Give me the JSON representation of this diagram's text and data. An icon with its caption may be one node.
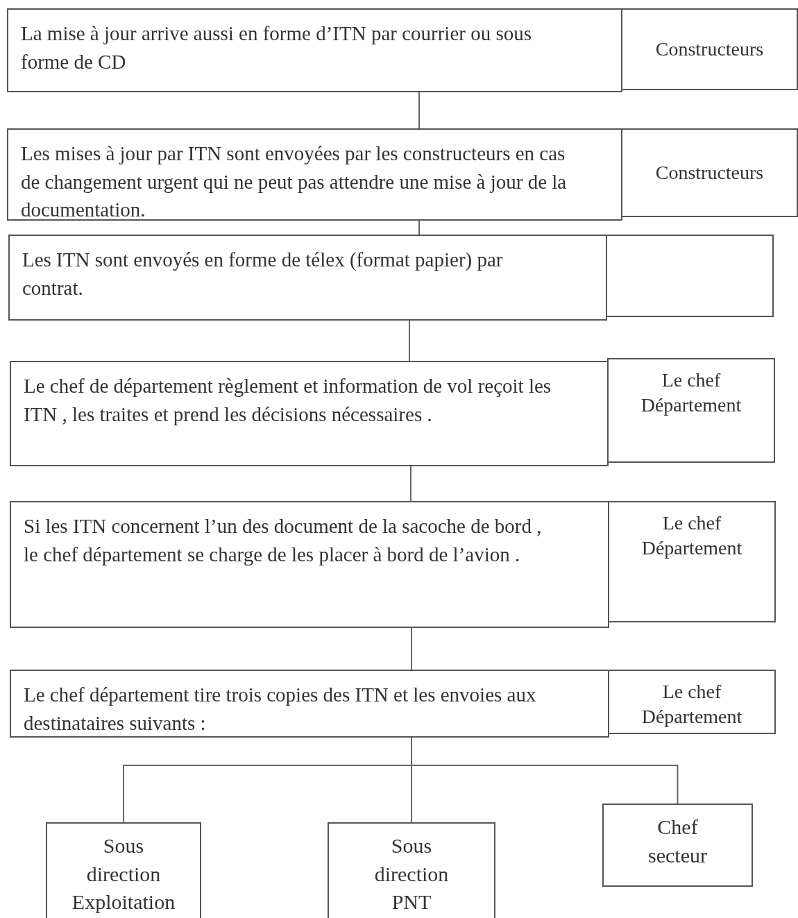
{
  "diagram": {
    "nodes": [
      {
        "text": [
          "La mise à jour arrive aussi en forme d’ITN par courrier ou sous forme de CD"
        ]
      },
      {
        "text": [
          "Constructeurs"
        ]
      },
      {
        "text": [
          "Les mises à jour par ITN sont envoyées par les constructeurs en cas de changement urgent qui ne peut pas attendre une mise à jour de la documentation."
        ]
      },
      {
        "text": [
          "Constructeurs"
        ]
      },
      {
        "text": [
          "Les ITN sont envoyés en forme de télex (format papier) par contrat."
        ]
      },
      {
        "text": [],
        "shape": "box"
      },
      {
        "text": [
          "Le chef de département règlement et information de vol reçoit les ITN , les traites et prend les décisions nécessaires ."
        ]
      },
      {
        "text": [
          "Le chef Département"
        ]
      },
      {
        "text": [
          "Si les ITN concernent l’un des document de la sacoche de bord , le chef département se charge de les placer à bord de l’avion ."
        ]
      },
      {
        "text": [
          "Le chef Département"
        ]
      },
      {
        "text": [
          "Le chef département tire trois copies des ITN et les envoies aux destinataires suivants :"
        ]
      },
      {
        "text": [
          "Le chef Département"
        ]
      },
      {
        "text": [
          "Sous direction Exploitation"
        ]
      },
      {
        "text": [
          "Sous direction PNT"
        ]
      },
      {
        "text": [
          "Chef secteur"
        ]
      }
    ],
    "edges": [
      {
        "from": 0,
        "to": 2,
        "arrow": "none"
      },
      {
        "from": 2,
        "to": 4,
        "arrow": "none"
      },
      {
        "from": 4,
        "to": 6,
        "arrow": "none"
      },
      {
        "from": 6,
        "to": 8,
        "arrow": "none"
      },
      {
        "from": 8,
        "to": 10,
        "arrow": "none"
      },
      {
        "from": 10,
        "to": 12,
        "arrow": "none"
      },
      {
        "from": 10,
        "to": 13,
        "arrow": "none"
      },
      {
        "from": 10,
        "to": 14,
        "arrow": "none"
      }
    ]
  }
}
